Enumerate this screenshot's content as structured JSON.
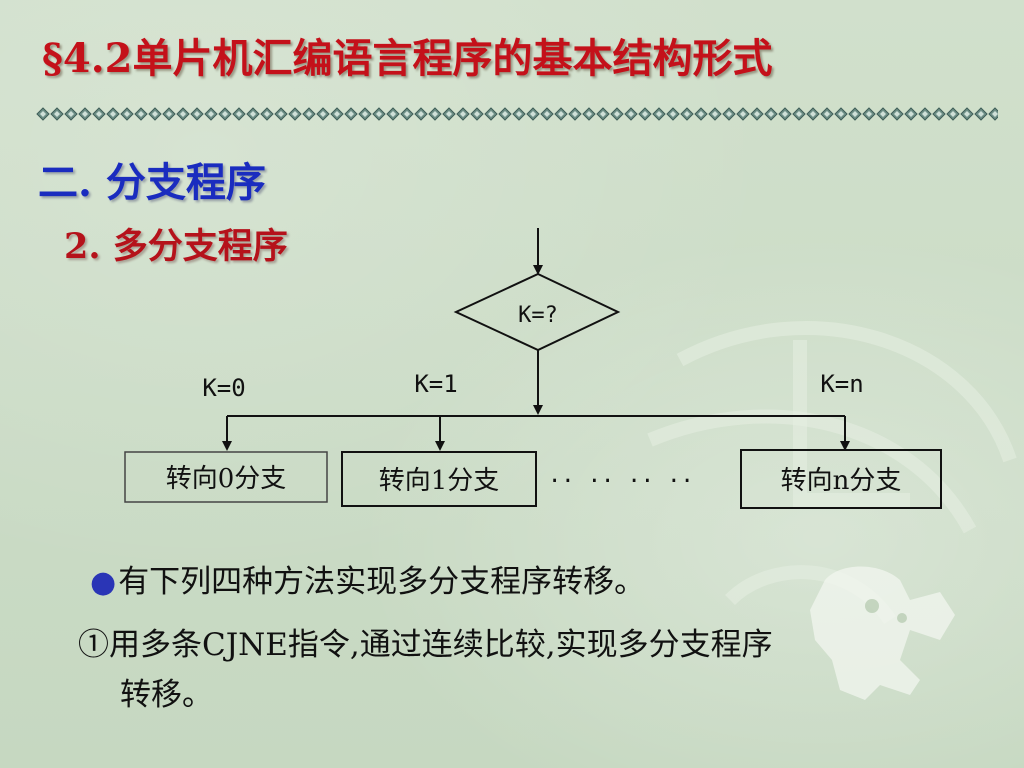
{
  "slide": {
    "title": "§4.2单片机汇编语言程序的基本结构形式",
    "section": "二. 分支程序",
    "subsection": "2. 多分支程序"
  },
  "flowchart": {
    "decision": "K=?",
    "branch_labels": [
      "K=0",
      "K=1",
      "K=n"
    ],
    "boxes": [
      "转向0分支",
      "转向1分支",
      "转向n分支"
    ],
    "ellipsis": "·· ·· ·· ··"
  },
  "body": {
    "bullet_symbol": "●",
    "bullet_text": "有下列四种方法实现多分支程序转移。",
    "item1_marker": "①",
    "item1_line1": "用多条CJNE指令,通过连续比较,实现多分支程序",
    "item1_line2": "转移。"
  },
  "colors": {
    "background": "#cbdcc6",
    "title": "#c4111a",
    "section": "#1a2cbf",
    "subsection": "#b5121b",
    "bullet": "#2a35b6"
  }
}
